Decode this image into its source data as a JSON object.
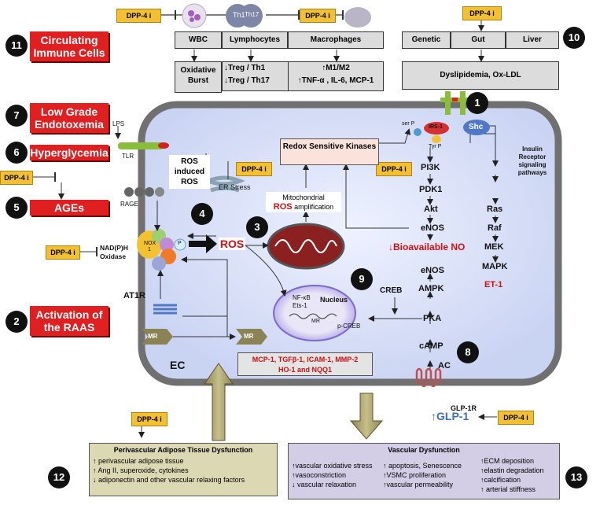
{
  "dpp4": "DPP-4 i",
  "side_labels": {
    "circulating": "Circulating Immune Cells",
    "endotoxemia": "Low Grade Endotoxemia",
    "hyperglycemia": "Hyperglycemia",
    "ages": "AGEs",
    "raas": "Activation of the RAAS"
  },
  "numbers": [
    "1",
    "2",
    "3",
    "4",
    "5",
    "6",
    "7",
    "8",
    "9",
    "10",
    "11",
    "12",
    "13"
  ],
  "immune": {
    "th1": "Th1",
    "th17": "Th17",
    "wbc": "WBC",
    "lymphocytes": "Lymphocytes",
    "macrophages": "Macrophages",
    "oxidative": "Oxidative Burst",
    "treg_th1": "↓Treg / Th1",
    "treg_th17": "↓Treg / Th17",
    "m1m2": "↑M1/M2",
    "tnf": "↑TNF-α , IL-6, MCP-1"
  },
  "metabolic": {
    "genetic": "Genetic",
    "gut": "Gut",
    "liver": "Liver",
    "dyslipidemia": "Dyslipidemia, Ox-LDL"
  },
  "cell": {
    "lps": "LPS",
    "tlr": "TLR",
    "rage": "RAGE",
    "ros_induced": "ROS induced ROS",
    "er_stress": "ER Stress",
    "mito_line1": "Mitochondrial",
    "mito_ros": "ROS",
    "mito_line2": "amplification",
    "redox": "Redox Sensitive Kinases",
    "nadph": "NAD(P)H Oxidase",
    "nox": "NOX 1",
    "p_label": "P",
    "ros": "ROS",
    "at1r": "AT1R",
    "mr": "MR",
    "ec": "EC",
    "nfkb": "NF-κB",
    "ets1": "Ets-1",
    "nucleus": "Nucleus",
    "mr_n": "MR",
    "pcreb": "p-CREB",
    "creb": "CREB",
    "genes_line1": "MCP-1, TGFβ-1, ICAM-1, MMP-2",
    "genes_line2": "HO-1 and NQQ1",
    "serp": "ser P",
    "irs1": "IRS-1",
    "tyrp": "Tyr P",
    "shc": "Shc",
    "insulin": "Insulin Receptor signaling pathways",
    "pi3k": "PI3K",
    "pdk1": "PDK1",
    "akt": "Akt",
    "enos": "eNOS",
    "bionos": "↓Bioavailable NO",
    "enos2": "eNOS",
    "ampk": "AMPK",
    "pka": "PKA",
    "camp": "cAMP",
    "ac": "AC",
    "ras": "Ras",
    "raf": "Raf",
    "mek": "MEK",
    "mapk": "MAPK",
    "et1": "ET-1",
    "glp1r": "GLP-1R",
    "glp1": "↑GLP-1"
  },
  "pvat": {
    "title": "Perivascular Adipose Tissue Dysfunction",
    "items": [
      "↑ perivascular adipose tissue",
      "↑ Ang II, superoxide, cytokines",
      "↓ adiponectin and other vascular relaxing factors"
    ]
  },
  "vd": {
    "title": "Vascular Dysfunction",
    "col1": [
      "↑vascular oxidative stress",
      "↑vasoconstriction",
      "↓ vascular relaxation"
    ],
    "col2": [
      "↑ apoptosis, Senescence",
      "↑VSMC proliferation",
      "↑vascular permeability"
    ],
    "col3": [
      "↑ECM deposition",
      "↑elastin degradation",
      "↑calcification",
      "↑ arterial stiffness"
    ]
  }
}
